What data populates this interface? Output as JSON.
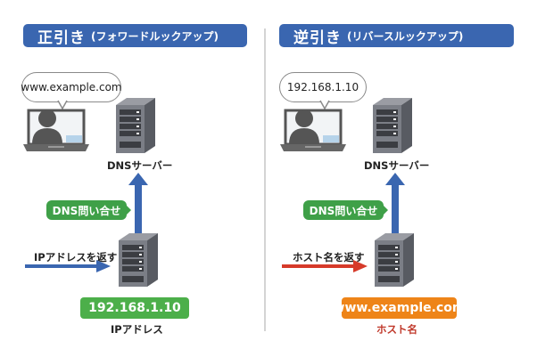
{
  "panels": [
    {
      "title_main": "正引き",
      "title_sub": "(フォワードルックアップ)",
      "speech_bubble": "www.example.com",
      "dns_server_label": "DNSサーバー",
      "query_tag": "DNS問い合せ",
      "return_label": "IPアドレスを返す",
      "result_value": "192.168.1.10",
      "result_caption": "IPアドレス",
      "return_arrow_color": "#3a66b0",
      "result_box_color": "#4caf4a",
      "result_caption_color": "#222222"
    },
    {
      "title_main": "逆引き",
      "title_sub": "(リバースルックアップ)",
      "speech_bubble": "192.168.1.10",
      "dns_server_label": "DNSサーバー",
      "query_tag": "DNS問い合せ",
      "return_label": "ホスト名を返す",
      "result_value": "www.example.com",
      "result_caption": "ホスト名",
      "return_arrow_color": "#d63a2a",
      "result_box_color": "#ee8418",
      "result_caption_color": "#c0392b"
    }
  ],
  "colors": {
    "title_bar": "#3a66b0",
    "query_arrow": "#3a66b0",
    "query_tag": "#3fa048"
  }
}
